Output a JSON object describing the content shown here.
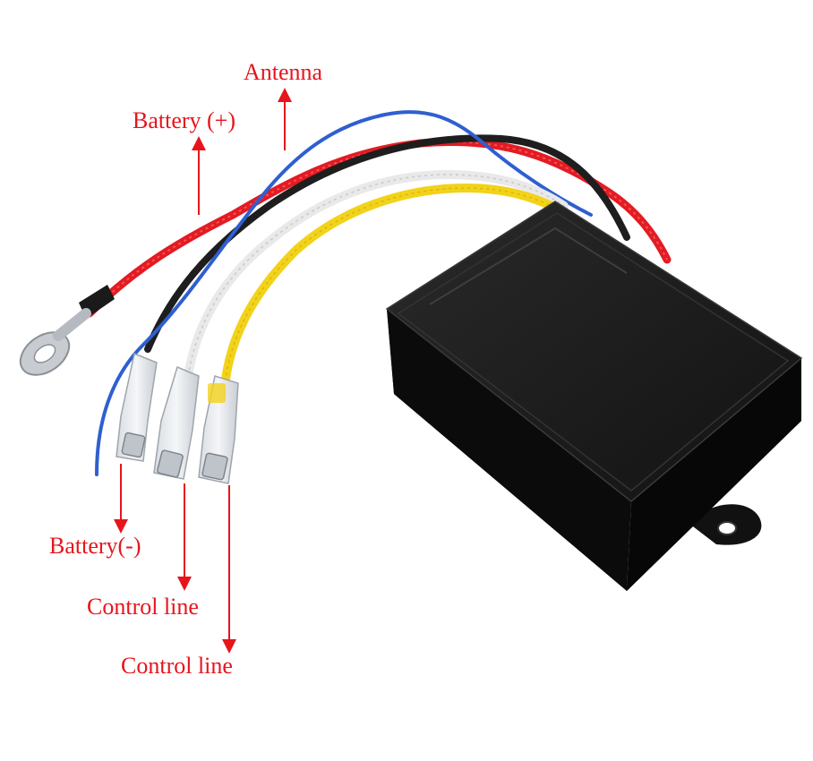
{
  "labels": {
    "antenna": "Antenna",
    "battery_plus": "Battery (+)",
    "battery_minus": "Battery(-)",
    "control_line_1": "Control line",
    "control_line_2": "Control line"
  },
  "colors": {
    "label_text": "#e8141c",
    "arrow": "#e8141c",
    "wire_red": "#e31b23",
    "wire_black": "#1e1e1e",
    "wire_blue": "#2f5fd0",
    "wire_white": "#e9e9e9",
    "wire_yellow": "#f2d21a",
    "module_body": "#0f0f0f"
  }
}
